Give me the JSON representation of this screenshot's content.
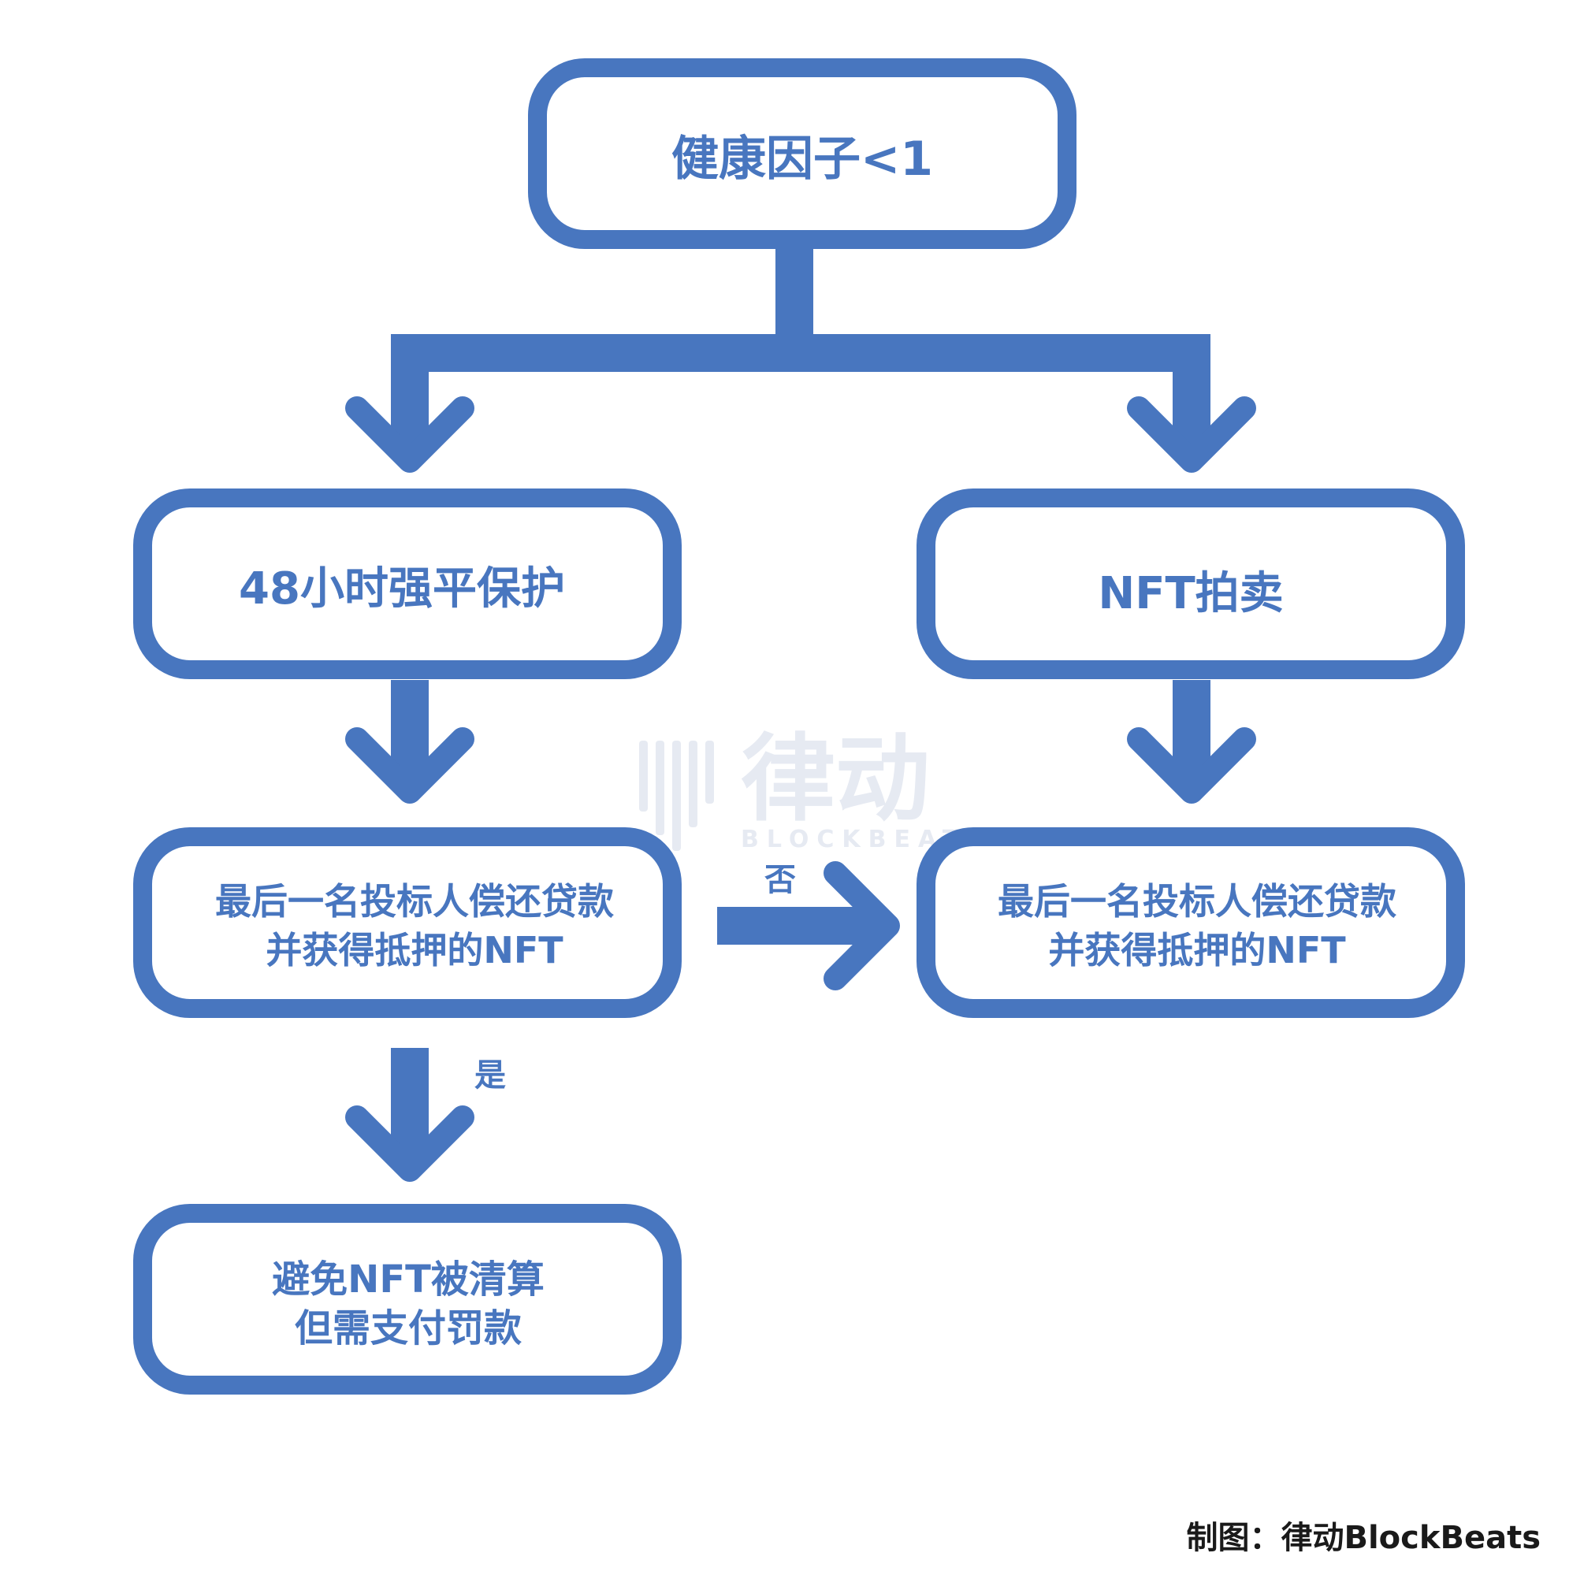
{
  "nodes": {
    "health_factor": {
      "label": "健康因子<1"
    },
    "liquidation_protection": {
      "label": "48小时强平保护"
    },
    "nft_auction": {
      "label": "NFT拍卖"
    },
    "last_bidder_left": {
      "line1": "最后一名投标人偿还贷款",
      "line2": "并获得抵押的NFT"
    },
    "last_bidder_right": {
      "line1": "最后一名投标人偿还贷款",
      "line2": "并获得抵押的NFT"
    },
    "avoid_liquidation": {
      "line1": "避免NFT被清算",
      "line2": "但需支付罚款"
    }
  },
  "edges": {
    "no_label": "否",
    "yes_label": "是"
  },
  "watermark": {
    "text": "律动",
    "subtext": "BLOCKBEATS"
  },
  "credit": "制图：律动BlockBeats",
  "colors": {
    "primary": "#4876BF",
    "background": "#FFFFFF",
    "credit_text": "#1A1A1A",
    "watermark": "#E6EAF2"
  }
}
